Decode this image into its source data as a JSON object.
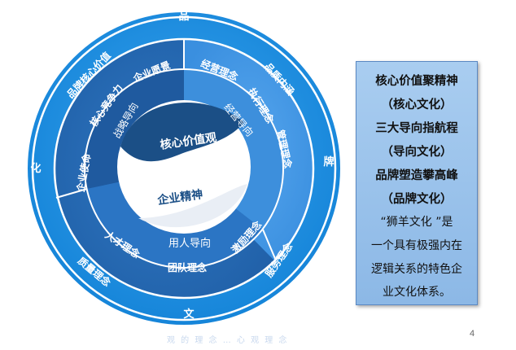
{
  "ring": {
    "outer_chars": [
      "品",
      "牌",
      "文",
      "化"
    ],
    "outer_labels": [
      "品质内涵",
      "服务理念",
      "质量理念",
      "品牌核心价值"
    ],
    "middle_labels": [
      "经营理念",
      "执行理念",
      "管理理念",
      "激励理念",
      "团队理念",
      "人才理念",
      "企业使命",
      "核心竞争力",
      "企业愿景"
    ],
    "inner_labels": [
      "经营导向",
      "用人导向",
      "战略导向"
    ],
    "center_top": "核心价值观",
    "center_bottom": "企业精神"
  },
  "panel": {
    "lines": [
      "核心价值聚精神",
      "（核心文化）",
      "三大导向指航程",
      "（导向文化）",
      "品牌塑造攀高峰",
      "（品牌文化）",
      "“狮羊文化 ”是",
      "一个具有极强内在",
      "逻辑关系的特色企",
      "业文化体系。"
    ]
  },
  "page_number": "4",
  "faint_text": "观 的 理 念 … 心 观 理 念",
  "colors": {
    "outer_ring": "#1d8ee0",
    "middle_ring_left": "#2a6fb8",
    "middle_ring_right": "#3f95e5",
    "inner_dark": "#1a4f8f",
    "inner_light": "#3a8ad8",
    "yin": "#1b4f86",
    "yang": "#ffffff",
    "panel_bg": "#a9cdf0"
  }
}
